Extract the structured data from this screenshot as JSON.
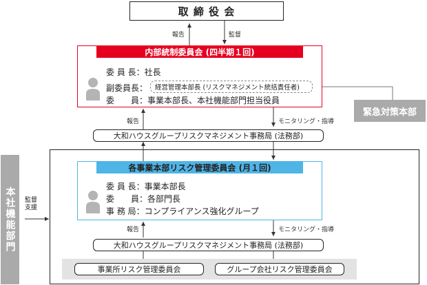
{
  "board": {
    "title": "取 締 役 会"
  },
  "top_arrows": {
    "report": "報告",
    "oversight": "監督"
  },
  "internal_committee": {
    "title": "内部統制委員会 (四半期１回)",
    "chair": {
      "key": "委 員 長：",
      "value": "社長"
    },
    "vice_chair": {
      "key": "副委員長：",
      "value": "経営管理本部長 (リスクマネジメント統括責任者)"
    },
    "members": {
      "key": "委　　員：",
      "value": "事業本部長、本社機能部門担当役員"
    }
  },
  "emergency_hq": {
    "title": "緊急対策本部"
  },
  "mid_arrows": {
    "report": "報告",
    "monitoring": "モニタリング・指導"
  },
  "secretariat_upper": {
    "title": "大和ハウスグループリスクマネジメント事務局 (法務部)"
  },
  "hq_functions": {
    "title": "本社機能部門"
  },
  "side_label": {
    "line1": "監督",
    "line2": "支援"
  },
  "division_committee": {
    "title": "各事業本部リスク管理委員会 (月１回)",
    "chair": {
      "key": "委 員 長：",
      "value": "事業本部長"
    },
    "members": {
      "key": "委　　員：",
      "value": "各部門長"
    },
    "secretariat": {
      "key": "事 務 局：",
      "value": "コンプライアンス強化グループ"
    }
  },
  "lower_arrows": {
    "report": "報告",
    "monitoring": "モニタリング・指導"
  },
  "secretariat_lower": {
    "title": "大和ハウスグループリスクマネジメント事務局 (法務部)"
  },
  "bottom_committees": {
    "office": "事業所リスク管理委員会",
    "group_company": "グループ会社リスク管理委員会"
  },
  "colors": {
    "internal_red": "#e60020",
    "division_blue": "#4fb4e6",
    "gray_block": "#aaaaaa",
    "light_gray_band": "#e3e3e3",
    "avatar_gray": "#b4b4b4"
  }
}
